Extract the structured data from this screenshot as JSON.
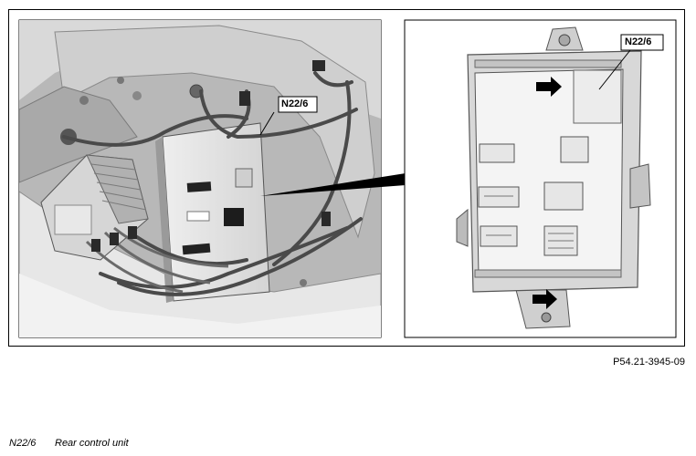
{
  "figure": {
    "callout_left": "N22/6",
    "callout_right": "N22/6",
    "figure_code": "P54.21-3945-09"
  },
  "legend": [
    {
      "code": "N22/6",
      "description": "Rear control unit"
    }
  ]
}
